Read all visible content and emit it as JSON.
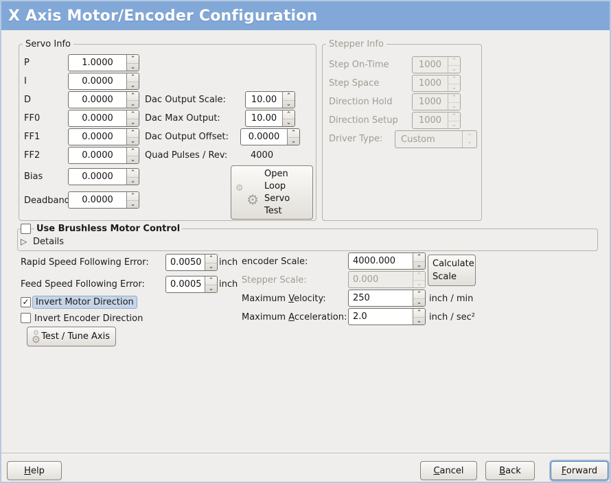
{
  "window": {
    "title": "X Axis Motor/Encoder Configuration"
  },
  "icons": {
    "gear": "⚙",
    "spin_up": "⌃",
    "spin_down": "⌄",
    "combo_up": "⌃",
    "combo_down": "⌄",
    "check": "✓",
    "expander_collapsed": "▷"
  },
  "colors": {
    "titlebar": "#82a8d8",
    "focus_ring": "#4a76ad",
    "selection_highlight": "#c6d5e9"
  },
  "servo_info": {
    "legend": "Servo Info",
    "rows": [
      {
        "label": "P",
        "value": "1.0000"
      },
      {
        "label": "I",
        "value": "0.0000"
      },
      {
        "label": "D",
        "value": "0.0000"
      },
      {
        "label": "FF0",
        "value": "0.0000"
      },
      {
        "label": "FF1",
        "value": "0.0000"
      },
      {
        "label": "FF2",
        "value": "0.0000"
      },
      {
        "label": "Bias",
        "value": "0.0000"
      },
      {
        "label": "Deadband",
        "value": "0.0000"
      }
    ]
  },
  "dac": {
    "output_scale_label": "Dac Output Scale:",
    "output_scale_value": "10.00",
    "max_output_label": "Dac Max Output:",
    "max_output_value": "10.00",
    "output_offset_label": "Dac Output Offset:",
    "output_offset_value": "0.0000",
    "quad_pulses_label": "Quad Pulses / Rev:",
    "quad_pulses_value": "4000"
  },
  "open_loop_button": {
    "label": "Open Loop Servo Test"
  },
  "stepper_info": {
    "legend": "Stepper Info",
    "rows": [
      {
        "label": "Step On-Time",
        "value": "1000"
      },
      {
        "label": "Step Space",
        "value": "1000"
      },
      {
        "label": "Direction Hold",
        "value": "1000"
      },
      {
        "label": "Direction Setup",
        "value": "1000"
      }
    ],
    "driver_type_label": "Driver Type:",
    "driver_type_value": "Custom"
  },
  "brushless": {
    "title": "Use Brushless Motor Control",
    "details_label": "Details"
  },
  "following_error": {
    "rapid_label": "Rapid Speed Following Error:",
    "rapid_value": "0.0050",
    "rapid_unit": "inch",
    "feed_label": "Feed Speed Following Error:",
    "feed_value": "0.0005",
    "feed_unit": "inch"
  },
  "scale": {
    "encoder_label": "encoder Scale:",
    "encoder_value": "4000.000",
    "calculate_button_label": "Calculate Scale",
    "stepper_label": "Stepper Scale:",
    "stepper_value": "0.000",
    "velocity_label_pre": "Maximum ",
    "velocity_label_u": "V",
    "velocity_label_post": "elocity:",
    "velocity_value": "250",
    "velocity_unit": "inch / min",
    "accel_label_pre": "Maximum ",
    "accel_label_u": "A",
    "accel_label_post": "cceleration:",
    "accel_value": "2.0",
    "accel_unit": "inch / sec²"
  },
  "direction": {
    "invert_motor_label": "Invert Motor Direction",
    "invert_encoder_label": "Invert Encoder Direction",
    "test_tune_button_label": "Test / Tune Axis"
  },
  "checkbox_states": {
    "use_brushless": false,
    "invert_motor": true,
    "invert_encoder": false,
    "use_brushless_mark": "",
    "invert_motor_mark": "✓",
    "invert_encoder_mark": ""
  },
  "footer": {
    "help_u": "H",
    "help_post": "elp",
    "cancel_u": "C",
    "cancel_post": "ancel",
    "back_u": "B",
    "back_post": "ack",
    "forward_u": "F",
    "forward_post": "orward"
  }
}
